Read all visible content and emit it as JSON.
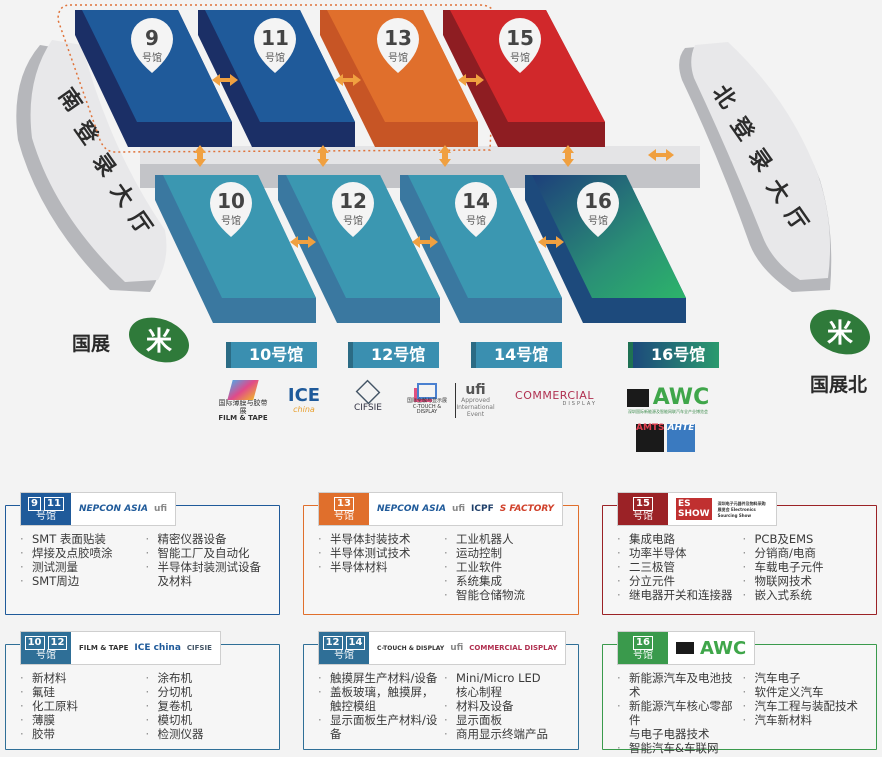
{
  "map": {
    "south_hall": "南登录大厅",
    "north_hall": "北登录大厅",
    "hall_suffix": "号馆",
    "top_halls": [
      {
        "num": "9",
        "color": "#1f5a9a",
        "side": "#1b2f66"
      },
      {
        "num": "11",
        "color": "#1f5a9a",
        "side": "#1b2f66"
      },
      {
        "num": "13",
        "color": "#e06f2c",
        "side": "#c75525"
      },
      {
        "num": "15",
        "color": "#d1282b",
        "side": "#8e1d22"
      }
    ],
    "bottom_halls": [
      {
        "num": "10",
        "color": "#3b97b1",
        "side": "#3a78a0"
      },
      {
        "num": "12",
        "color": "#3b97b1",
        "side": "#3a78a0"
      },
      {
        "num": "14",
        "color": "#3b97b1",
        "side": "#3a78a0"
      },
      {
        "num": "16",
        "color": "#1e6e78",
        "side": "#1d4a7c"
      }
    ],
    "hall_labels": [
      {
        "text": "10号馆",
        "color": "#3a8fb0"
      },
      {
        "text": "12号馆",
        "color": "#3a8fb0"
      },
      {
        "text": "14号馆",
        "color": "#3a8fb0"
      },
      {
        "text": "16号馆",
        "color": "#2a9a6e"
      }
    ],
    "station_south": "国展",
    "station_north": "国展北",
    "brands_row": [
      {
        "name": "FILM & TAPE",
        "sub": "国际薄膜与胶带展"
      },
      {
        "name": "ICE",
        "sub": "china"
      },
      {
        "name": "CIFSIE",
        "sub": ""
      },
      {
        "name": "C-TOUCH & DISPLAY",
        "sub": "国际全触与显示展"
      },
      {
        "name": "ufi",
        "sub": "Approved International Event"
      },
      {
        "name": "COMMERCIAL",
        "sub": "DISPLAY"
      },
      {
        "name": "AWC",
        "sub": "深圳国际新能源及智能网联汽车全产业博览会"
      },
      {
        "name": "AMTS",
        "sub": ""
      },
      {
        "name": "AHTE",
        "sub": ""
      }
    ]
  },
  "cards": [
    {
      "halls": [
        "9",
        "11"
      ],
      "suffix": "号馆",
      "color": "#1f5a9a",
      "logos": [
        "NEPCON ASIA",
        "ufi"
      ],
      "left": [
        "SMT 表面贴装",
        "焊接及点胶喷涂",
        "测试测量",
        "SMT周边"
      ],
      "right": [
        "精密仪器设备",
        "智能工厂及自动化",
        "半导体封装测试设备",
        "及材料"
      ]
    },
    {
      "halls": [
        "13"
      ],
      "suffix": "号馆",
      "color": "#e06f2c",
      "logos": [
        "NEPCON ASIA",
        "ufi",
        "ICPF",
        "S FACTORY"
      ],
      "left": [
        "半导体封装技术",
        "半导体测试技术",
        "半导体材料"
      ],
      "right": [
        "工业机器人",
        "运动控制",
        "工业软件",
        "系统集成",
        "智能仓储物流"
      ]
    },
    {
      "halls": [
        "15"
      ],
      "suffix": "号馆",
      "color": "#9b2226",
      "logos": [
        "ES SHOW",
        "深圳电子元器件及物料采购展览会 Electronics Sourcing Show"
      ],
      "left": [
        "集成电路",
        "功率半导体",
        "二三极管",
        "分立元件",
        "继电器开关和连接器"
      ],
      "right": [
        "PCB及EMS",
        "分销商/电商",
        "车载电子元件",
        "物联网技术",
        "嵌入式系统"
      ]
    },
    {
      "halls": [
        "10",
        "12"
      ],
      "suffix": "号馆",
      "color": "#2f6f97",
      "logos": [
        "FILM & TAPE",
        "ICE china",
        "CIFSIE"
      ],
      "left": [
        "新材料",
        "氟硅",
        "化工原料",
        "薄膜",
        "胶带"
      ],
      "right": [
        "涂布机",
        "分切机",
        "复卷机",
        "模切机",
        "检测仪器"
      ]
    },
    {
      "halls": [
        "12",
        "14"
      ],
      "suffix": "号馆",
      "color": "#2f6f97",
      "logos": [
        "C-TOUCH & DISPLAY",
        "ufi",
        "COMMERCIAL DISPLAY"
      ],
      "left": [
        "触摸屏生产材料/设备",
        "盖板玻璃，触摸屏，",
        "触控模组",
        "显示面板生产材料/设备"
      ],
      "right": [
        "Mini/Micro LED",
        "核心制程",
        "材料及设备",
        "显示面板",
        "商用显示终端产品"
      ]
    },
    {
      "halls": [
        "16"
      ],
      "suffix": "号馆",
      "color": "#3a9a4c",
      "logos": [
        "AWC"
      ],
      "left": [
        "新能源汽车及电池技术",
        "新能源汽车核心零部件",
        "与电子电器技术",
        "智能汽车&车联网"
      ],
      "right": [
        "汽车电子",
        "软件定义汽车",
        "汽车工程与装配技术",
        "汽车新材料"
      ]
    }
  ]
}
